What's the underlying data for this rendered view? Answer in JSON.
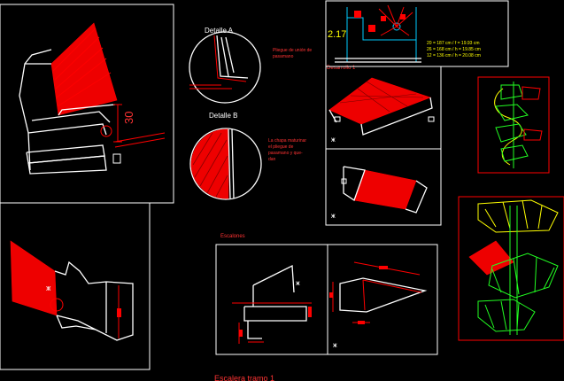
{
  "labels": {
    "detalle_a": "Detalle A",
    "detalle_b": "Detalle B",
    "note_a_1": "Pliegue de unión de",
    "note_a_2": "pasamano",
    "note_b_1": "La chapa maturinar",
    "note_b_2": "el pliegue de",
    "note_b_3": "pasamano y que-",
    "note_b_4": "dan",
    "dimension_30": "30",
    "desarrollo": "Desarrollo 1",
    "level_217": "2.17",
    "dims_1": "20 = 187 cm  /  f = 19.93 cm",
    "dims_2": "26 = 168 cm  /  h = 19.85 cm",
    "dims_3": "12 = 136 cm  /  h = 20.08 cm",
    "escalones": "Escalones",
    "title": "Escalera tramo 1"
  }
}
